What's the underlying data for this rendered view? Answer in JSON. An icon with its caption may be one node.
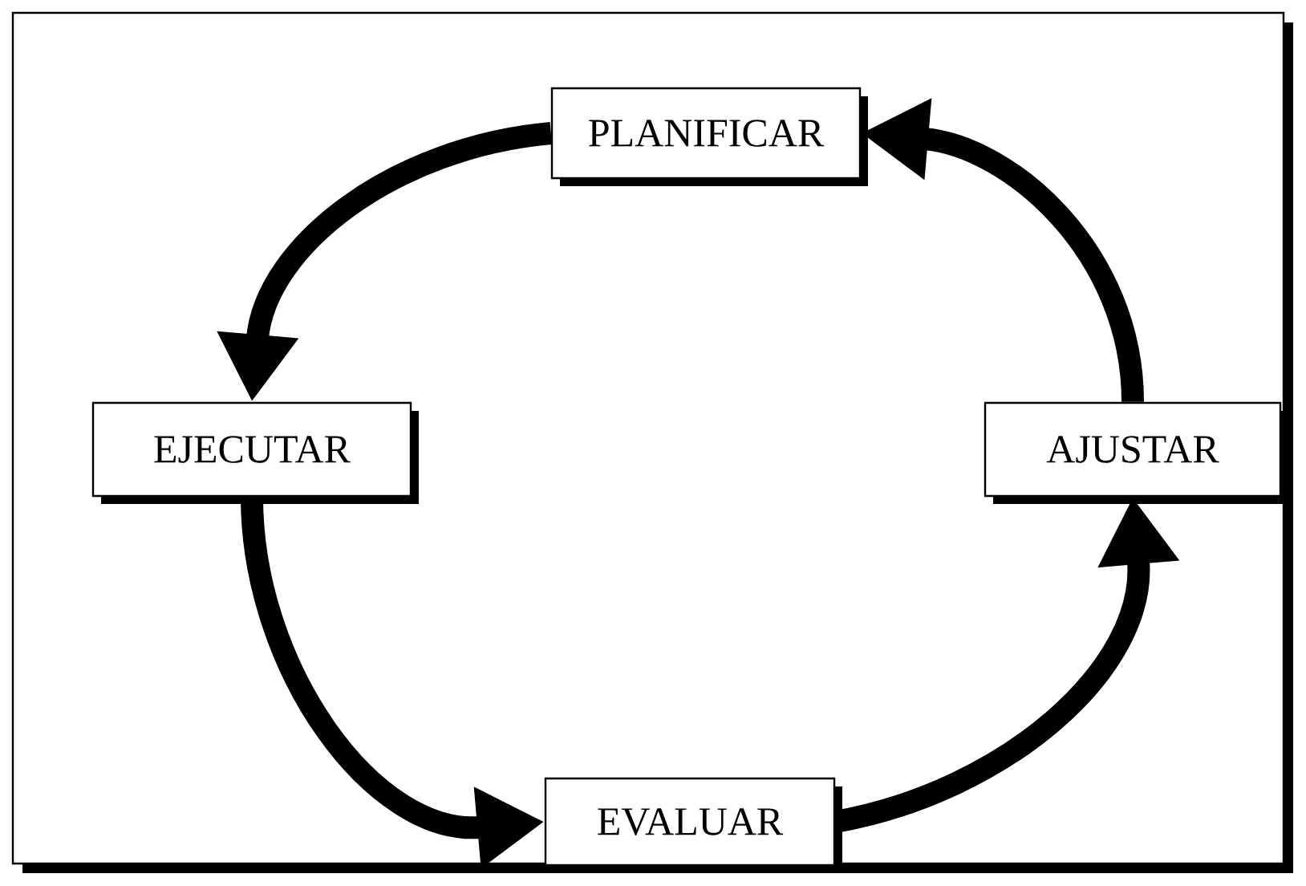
{
  "diagram": {
    "nodes": [
      {
        "text": [
          "PLANIFICAR"
        ]
      },
      {
        "text": [
          "EJECUTAR"
        ]
      },
      {
        "text": [
          "EVALUAR"
        ]
      },
      {
        "text": [
          "AJUSTAR"
        ]
      }
    ],
    "edges": [
      {
        "from": 0,
        "to": 1,
        "arrow": "to"
      },
      {
        "from": 1,
        "to": 2,
        "arrow": "to"
      },
      {
        "from": 2,
        "to": 3,
        "arrow": "to"
      },
      {
        "from": 3,
        "to": 0,
        "arrow": "to"
      }
    ]
  }
}
